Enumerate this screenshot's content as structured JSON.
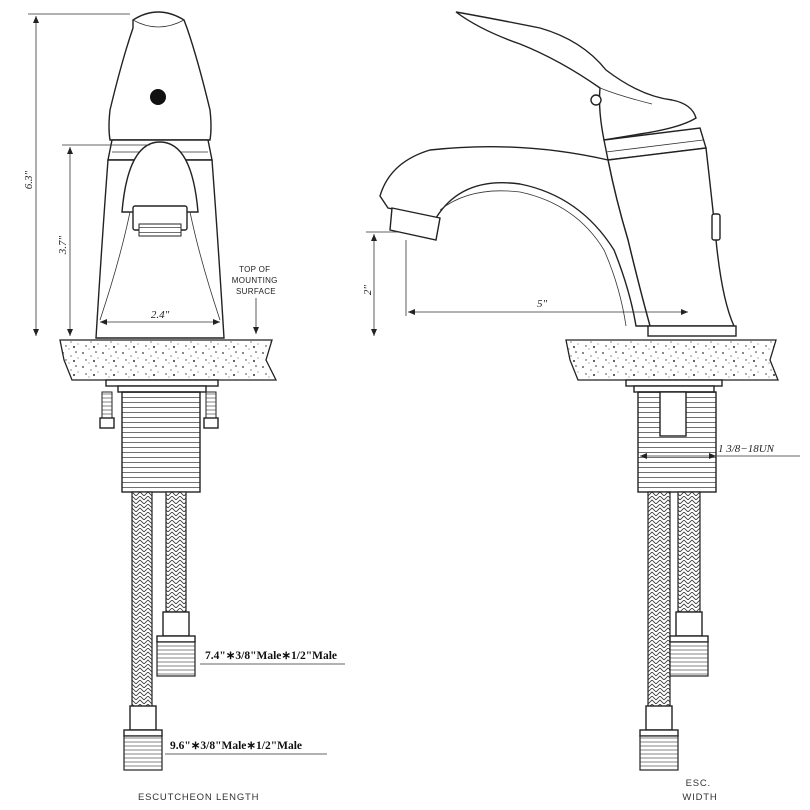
{
  "front_view": {
    "dim_total_height": "6.3\"",
    "dim_spout_height": "3.7\"",
    "dim_width": "2.4\"",
    "top_of_mounting_surface": [
      "TOP OF",
      "MOUNTING",
      "SURFACE"
    ],
    "hose_short_label": "7.4\"∗3/8\"Male∗1/2\"Male",
    "hose_long_label": "9.6\"∗3/8\"Male∗1/2\"Male",
    "escutcheon_length": "ESCUTCHEON LENGTH"
  },
  "side_view": {
    "dim_spout_clearance": "2\"",
    "dim_reach": "5\"",
    "thread_spec": "1 3/8−18UN",
    "esc_width": [
      "ESC.",
      "WIDTH"
    ]
  }
}
